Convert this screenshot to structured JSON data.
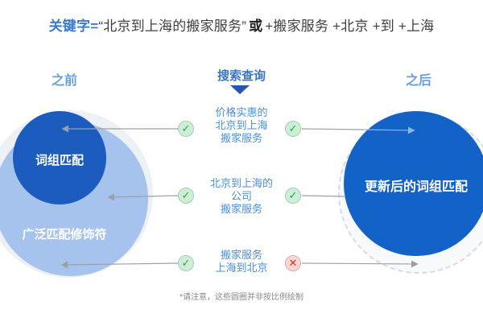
{
  "title": {
    "keyword_label": "关键字=",
    "phrase_match_term": "“北京到上海的搬家服务”",
    "or_word": "或",
    "broad_match_term": "+搬家服务 +北京 +到 +上海"
  },
  "columns": {
    "before": "之前",
    "middle": "搜索查询",
    "after": "之后"
  },
  "left_diagram": {
    "inner_circle_label": "词组匹配",
    "outer_circle_label": "广泛匹配修饰符"
  },
  "right_diagram": {
    "circle_label": "更新后的词组匹配"
  },
  "queries": [
    {
      "lines": [
        "价格实惠的",
        "北京到上海",
        "搬家服务"
      ],
      "before_result": "match",
      "after_result": "match"
    },
    {
      "lines": [
        "北京到上海的",
        "公司",
        "搬家服务"
      ],
      "before_result": "match",
      "after_result": "match"
    },
    {
      "lines": [
        "搬家服务",
        "上海到北京"
      ],
      "before_result": "match",
      "after_result": "no_match"
    }
  ],
  "icons": {
    "check": "✓",
    "cross": "✕"
  },
  "footnote": "*请注意，这些圆圈并非按比例绘制",
  "colors": {
    "accent_blue": "#3a7ad4",
    "header_blue": "#6a9ed9",
    "left_dark_circle": "#1b5cbe",
    "left_light_circle": "#a6c3ee",
    "right_circle": "#1362c8",
    "query_text": "#4a90d9",
    "match_green": "#2f9e4f",
    "no_match_red": "#d93025",
    "arrow_gray": "#9aa0a6"
  }
}
